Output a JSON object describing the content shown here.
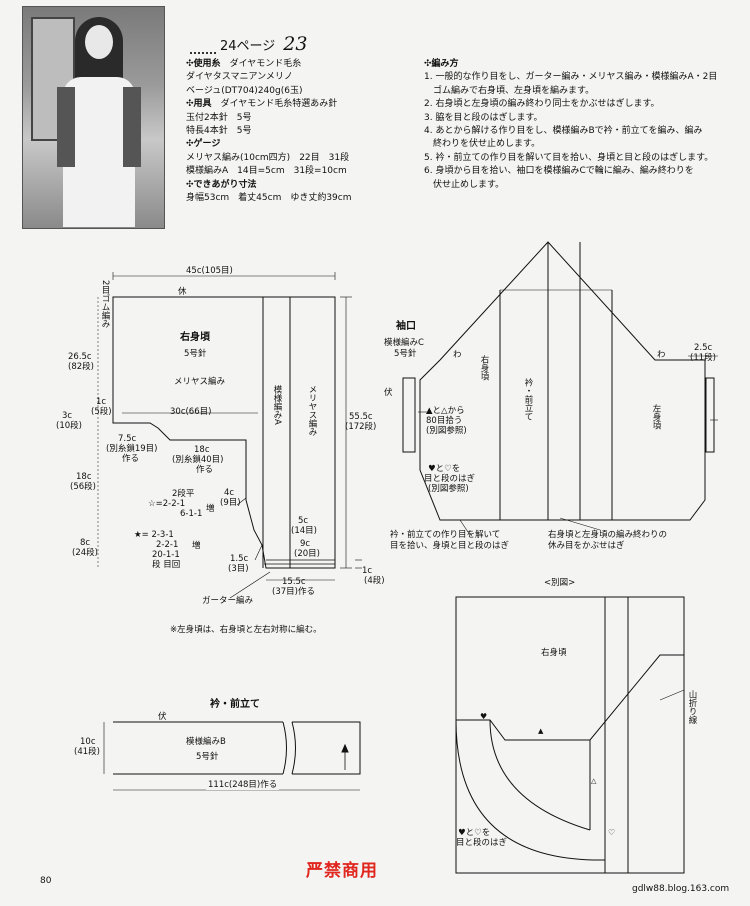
{
  "header": {
    "page_ref": "24ページ",
    "pattern_no": "23"
  },
  "specs": {
    "yarn_title": "✣使用糸",
    "yarn_brand": "ダイヤモンド毛糸",
    "yarn_name": "ダイヤタスマニアンメリノ",
    "yarn_color": "ベージュ(DT704)240g(6玉)",
    "tools_title": "✣用具",
    "tools_brand": "ダイヤモンド毛糸特選あみ針",
    "needle_1": "玉付2本針　5号",
    "needle_2": "特長4本針　5号",
    "gauge_title": "✣ゲージ",
    "gauge_1": "メリヤス編み(10cm四方)　22目　31段",
    "gauge_2": "模様編みA　14目=5cm　31段=10cm",
    "size_title": "✣できあがり寸法",
    "size_1": "身幅53cm　着丈45cm　ゆき丈約39cm"
  },
  "method": {
    "title": "✣編み方",
    "steps": [
      "1. 一般的な作り目をし、ガーター編み・メリヤス編み・模様編みA・2目",
      "　ゴム編みで右身頃、左身頃を編みます。",
      "2. 右身頃と左身頃の編み終わり同士をかぶせはぎします。",
      "3. 脇を目と段のはぎします。",
      "4. あとから解ける作り目をし、模様編みBで衿・前立てを編み、編み",
      "　終わりを伏せ止めします。",
      "5. 衿・前立ての作り目を解いて目を拾い、身頃と目と段のはぎします。",
      "6. 身頃から目を拾い、袖口を模様編みCで輪に編み、編み終わりを",
      "　伏せ止めします。"
    ]
  },
  "right_body": {
    "title": "右身頃",
    "needle": "5号針",
    "stockinette": "メリヤス編み",
    "pattern_a": "模様編みA",
    "stockinette_v": "メリヤス編み",
    "width_top": "45c(105目)",
    "bind": "休",
    "ribbing": "2目ゴム編み",
    "ribbing_h": "1c",
    "ribbing_h_unit": "(5段)",
    "h_26": "26.5c",
    "h_26_r": "(82段)",
    "h_3": "3c",
    "h_3_r": "(10段)",
    "h_18": "18c",
    "h_18_r": "(56段)",
    "h_8": "8c",
    "h_8_r": "(24段)",
    "h_55": "55.5c",
    "h_55_r": "(172段)",
    "w_30": "30c(66目)",
    "w_7": "7.5c",
    "w_7_r": "(別糸鎖19目)",
    "w_7_m": "作る",
    "w_18": "18c",
    "w_18_r": "(別糸鎖40目)",
    "w_18_m": "作る",
    "w_4": "4c",
    "w_4_r": "(9目)",
    "w_5": "5c",
    "w_5_r": "(14目)",
    "w_9": "9c",
    "w_9_r": "(20目)",
    "w_1_5": "1.5c",
    "w_1_5_r": "(3目)",
    "w_15": "15.5c",
    "w_15_r": "(37目)作る",
    "h_1b": "1c",
    "h_1b_r": "(4段)",
    "garter": "ガーター編み",
    "inc_1a": "2段平",
    "inc_1b": "☆=2-2-1",
    "inc_1c": "6-1-1",
    "inc_1d": "増",
    "inc_2a": "★= 2-3-1",
    "inc_2b": "2-2-1",
    "inc_2c": "20-1-1",
    "inc_2d": "段 目回",
    "inc_2e": "増",
    "note": "※左身頃は、右身頃と左右対称に編む。"
  },
  "sleeve": {
    "title": "袖口",
    "pattern": "模様編みC",
    "needle": "5号針",
    "bind": "伏",
    "pick_1": "▲と△から",
    "pick_2": "80目拾う",
    "pick_3": "(別図参照)",
    "join_1": "♥と♡を",
    "join_2": "目と段のはぎ",
    "join_3": "(別図参照)"
  },
  "assembly": {
    "right": "右身頃",
    "left": "左身頃",
    "collar": "衿・前立て",
    "wa": "わ",
    "wa2": "わ",
    "w_25": "2.5c",
    "w_25_r": "(11段)",
    "note_l1": "衿・前立ての作り目を解いて",
    "note_l2": "目を拾い、身頃と目と段のはぎ",
    "note_r1": "右身頃と左身頃の編み終わりの",
    "note_r2": "休み目をかぶせはぎ"
  },
  "collar": {
    "title": "衿・前立て",
    "bind": "伏",
    "pattern": "模様編みB",
    "needle": "5号針",
    "h": "10c",
    "h_r": "(41段)",
    "w": "111c(248目)作る"
  },
  "detail": {
    "title": "<別図>",
    "right": "右身頃",
    "fold": "山折り線",
    "join_1": "♥と♡を",
    "join_2": "目と段のはぎ"
  },
  "footer": {
    "ban": "严禁商用",
    "page": "80",
    "url": "gdlw88.blog.163.com"
  }
}
